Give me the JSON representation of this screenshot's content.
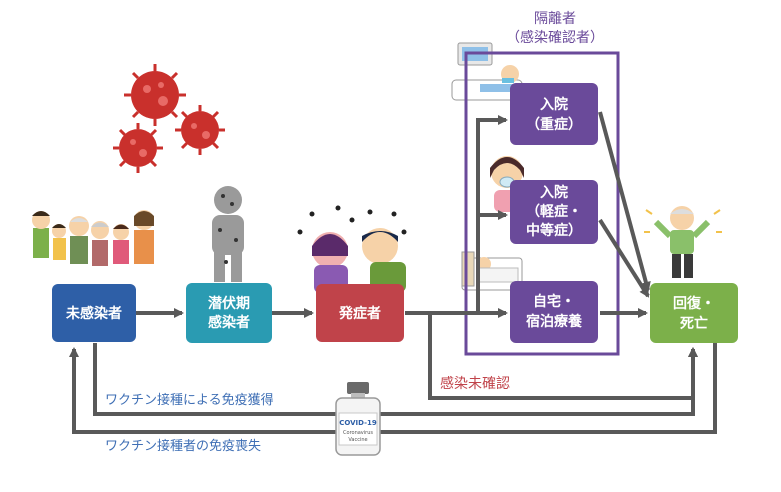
{
  "isolation": {
    "title_line1": "隔離者",
    "title_line2": "（感染確認者）"
  },
  "nodes": {
    "uninfected": "未感染者",
    "latent_line1": "潜伏期",
    "latent_line2": "感染者",
    "symptomatic": "発症者",
    "hosp_severe_line1": "入院",
    "hosp_severe_line2": "（重症）",
    "hosp_mild_line1": "入院",
    "hosp_mild_line2": "（軽症・",
    "hosp_mild_line3": "中等症）",
    "home_line1": "自宅・",
    "home_line2": "宿泊療養",
    "outcome_line1": "回復・",
    "outcome_line2": "死亡"
  },
  "labels": {
    "unconfirmed": "感染未確認",
    "vaccine_immunity": "ワクチン接種による免疫獲得",
    "vaccine_loss": "ワクチン接種者の免疫喪失"
  },
  "vial": {
    "line1": "COVID-19",
    "line2": "Coronavirus",
    "line3": "Vaccine"
  },
  "colors": {
    "uninfected": "#2e5fa7",
    "latent": "#2a9bb2",
    "symptomatic": "#c0434a",
    "isolation": "#6a4a9a",
    "outcome": "#7cb04a",
    "arrow": "#595959",
    "blue_text": "#3f6fb5",
    "red_text": "#c0434a"
  }
}
